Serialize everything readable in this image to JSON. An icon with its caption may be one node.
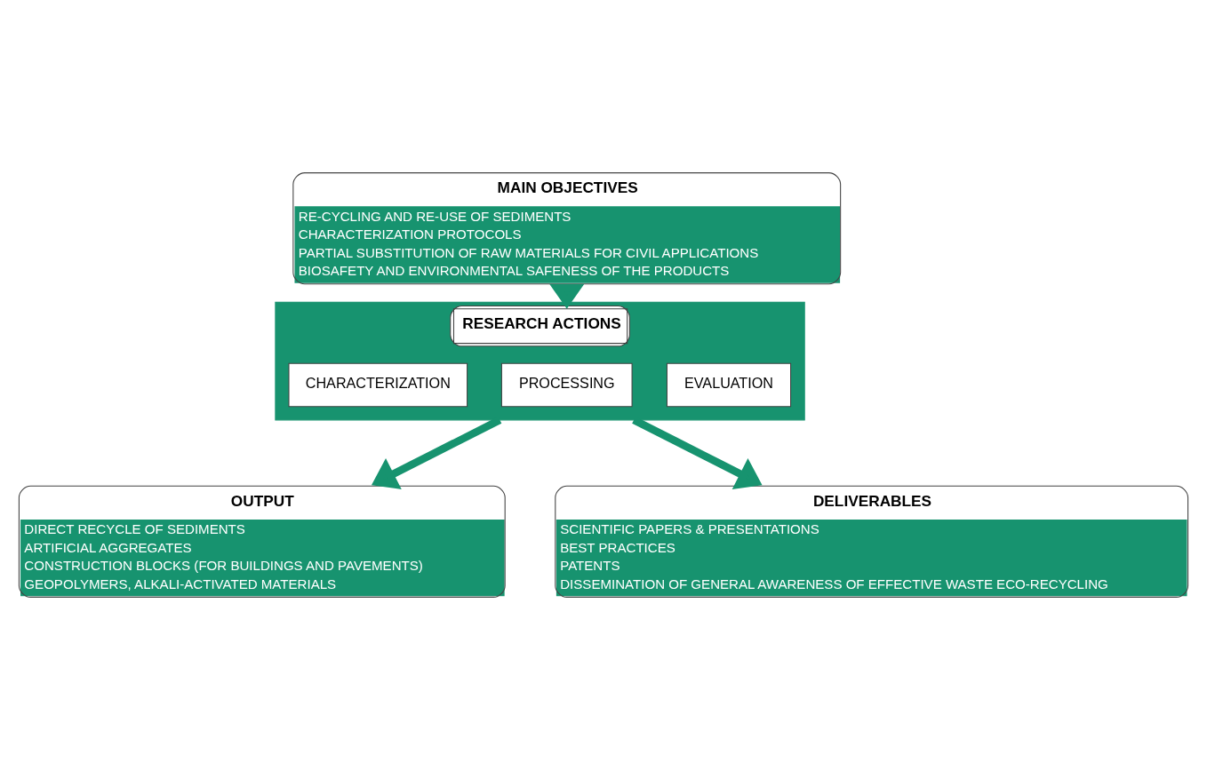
{
  "diagram": {
    "nodes": [
      {
        "text": [
          "MAIN OBJECTIVES",
          "RE-CYCLING AND RE-USE OF SEDIMENTS",
          "CHARACTERIZATION PROTOCOLS",
          "PARTIAL SUBSTITUTION OF RAW MATERIALS FOR CIVIL APPLICATIONS",
          "BIOSAFETY AND ENVIRONMENTAL SAFENESS OF THE PRODUCTS"
        ]
      },
      {
        "text": [
          "RESEARCH ACTIONS"
        ]
      },
      {
        "text": [
          "CHARACTERIZATION"
        ],
        "in": 1
      },
      {
        "text": [
          "PROCESSING"
        ],
        "in": 1
      },
      {
        "text": [
          "EVALUATION"
        ],
        "in": 1
      },
      {
        "text": [
          "OUTPUT",
          "DIRECT RECYCLE OF SEDIMENTS",
          "ARTIFICIAL AGGREGATES",
          "CONSTRUCTION BLOCKS (FOR BUILDINGS AND PAVEMENTS)",
          "GEOPOLYMERS, ALKALI-ACTIVATED MATERIALS"
        ]
      },
      {
        "text": [
          "DELIVERABLES",
          "SCIENTIFIC PAPERS & PRESENTATIONS",
          "BEST PRACTICES",
          "PATENTS",
          "DISSEMINATION OF GENERAL AWARENESS OF EFFECTIVE WASTE ECO-RECYCLING"
        ]
      }
    ],
    "edges": [
      {
        "from": 0,
        "to": 1,
        "arrow": "to"
      },
      {
        "from": 1,
        "to": 5,
        "arrow": "to"
      },
      {
        "from": 1,
        "to": 6,
        "arrow": "to"
      }
    ]
  }
}
